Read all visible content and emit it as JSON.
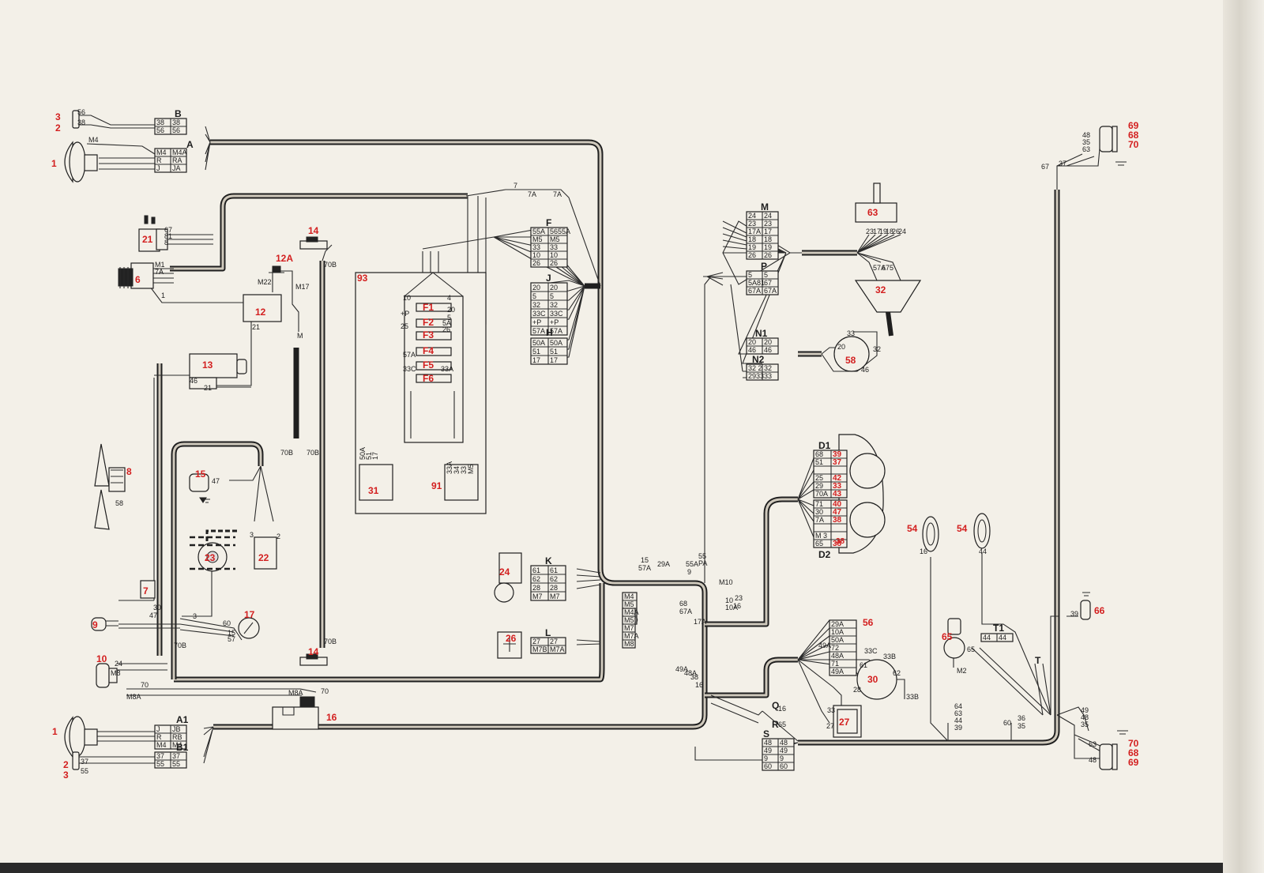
{
  "callouts": {
    "c1a": "1",
    "c2a": "2",
    "c3a": "3",
    "c6": "6",
    "c7": "7",
    "c8": "8",
    "c9": "9",
    "c10": "10",
    "c12": "12",
    "c12A": "12A",
    "c13": "13",
    "c14a": "14",
    "c14b": "14",
    "c15": "15",
    "c16": "16",
    "c17": "17",
    "c21": "21",
    "c22": "22",
    "c23": "23",
    "c24": "24",
    "c26": "26",
    "c27": "27",
    "c30": "30",
    "c31": "31",
    "c32": "32",
    "c38": "38",
    "c54a": "54",
    "c54b": "54",
    "c56": "56",
    "c58": "58",
    "c63": "63",
    "c65": "65",
    "c66": "66",
    "c69a": "69",
    "c68a": "68",
    "c70a": "70",
    "c70b": "70",
    "c68b": "68",
    "c69b": "69",
    "c91": "91",
    "c93": "93",
    "c1b": "1",
    "c2b": "2",
    "c3b": "3"
  },
  "fuses": [
    "F1",
    "F2",
    "F3",
    "F4",
    "F5",
    "F6"
  ],
  "connector_letters": {
    "B": "B",
    "A": "A",
    "A1": "A1",
    "B1": "B1",
    "F": "F",
    "J": "J",
    "H": "H",
    "K": "K",
    "L": "L",
    "M": "M",
    "P": "P",
    "N1": "N1",
    "N2": "N2",
    "D1": "D1",
    "D2": "D2",
    "R": "R",
    "S": "S",
    "Q": "Q",
    "T1": "T1",
    "T": "T"
  },
  "blocks": {
    "B": [
      [
        "38",
        "38"
      ],
      [
        "56",
        "56"
      ]
    ],
    "A": [
      [
        "M4",
        "M4A"
      ],
      [
        "R",
        "RA"
      ],
      [
        "J",
        "JA"
      ]
    ],
    "A1": [
      [
        "J",
        "JB"
      ],
      [
        "R",
        "RB"
      ],
      [
        "M4",
        "M4"
      ]
    ],
    "B1": [
      [
        "37",
        "37"
      ],
      [
        "55",
        "55"
      ]
    ],
    "F": [
      [
        "55A",
        "5655A"
      ],
      [
        "M5",
        "M5"
      ],
      [
        "33",
        "33"
      ],
      [
        "10",
        "10"
      ],
      [
        "26",
        "26"
      ]
    ],
    "J": [
      [
        "20",
        "20"
      ],
      [
        "5",
        "5"
      ],
      [
        "32",
        "32"
      ],
      [
        "33C",
        "33C"
      ],
      [
        "+P",
        "+P"
      ],
      [
        "57A",
        "57A"
      ]
    ],
    "H": [
      [
        "50A",
        "50A"
      ],
      [
        "51",
        "51"
      ],
      [
        "17",
        "17"
      ]
    ],
    "K": [
      [
        "61",
        "61"
      ],
      [
        "62",
        "62"
      ],
      [
        "28",
        "28"
      ],
      [
        "M7",
        "M7"
      ]
    ],
    "L": [
      [
        "27",
        "27"
      ],
      [
        "M7B",
        "M7A"
      ]
    ],
    "M": [
      [
        "24",
        "24"
      ],
      [
        "23",
        "23"
      ],
      [
        "17A",
        "17"
      ],
      [
        "18",
        "18"
      ],
      [
        "19",
        "19"
      ],
      [
        "26",
        "26"
      ]
    ],
    "P": [
      [
        "5",
        "5"
      ],
      [
        "5A81",
        "67"
      ],
      [
        "67A",
        "67A"
      ]
    ],
    "N1": [
      [
        "20",
        "20"
      ],
      [
        "46",
        "46"
      ]
    ],
    "N2": [
      [
        "32 2",
        "32"
      ],
      [
        "2933",
        "33"
      ]
    ],
    "D1": [
      [
        "68",
        "39"
      ],
      [
        "51",
        "37"
      ],
      [
        "",
        ""
      ],
      [
        "25",
        "42"
      ],
      [
        "29",
        "33"
      ],
      [
        "70A",
        "43"
      ]
    ],
    "D2": [
      [
        "71",
        "40"
      ],
      [
        "30",
        "47"
      ],
      [
        "7A",
        "38"
      ],
      [
        "",
        ""
      ],
      [
        "M 3",
        ""
      ],
      [
        "65",
        "38"
      ]
    ],
    "S": [
      [
        "48",
        "48"
      ],
      [
        "49",
        "49"
      ],
      [
        "9",
        "9"
      ],
      [
        "60",
        "60"
      ]
    ],
    "T1": [
      [
        "44",
        "44"
      ]
    ],
    "c56": [
      "29A",
      "10A",
      "50A",
      "72",
      "48A",
      "71",
      "49A"
    ],
    "c91": [
      "33A",
      "34",
      "33",
      "M5"
    ],
    "c31": [
      "50A",
      "51",
      "17"
    ],
    "cent1": [
      "M4",
      "M5",
      "M7",
      "M10"
    ],
    "cent2": [
      "M4A",
      "M5",
      "M7",
      "M7A",
      "M8"
    ]
  },
  "wire_labels": {
    "w56": "56",
    "w38": "38",
    "wM4": "M4",
    "w67": "67",
    "w81": "81",
    "w8": "8",
    "wM1": "M1",
    "w7A": "7A",
    "w1": "1",
    "wM22": "M22",
    "wM17": "M17",
    "wM": "M",
    "w21": "21",
    "w70B": "70B",
    "w70Bb": "70B",
    "w70Bc": "70B",
    "w70Bd": "70B",
    "w46": "46",
    "w21b": "21",
    "w47": "47",
    "w58": "58",
    "w3": "3",
    "w2": "2",
    "w3b": "3",
    "w60": "60",
    "w15": "15",
    "w57": "57",
    "w30": "30",
    "w47b": "47",
    "w24": "24",
    "wM8": "M8",
    "w70": "70",
    "wM8A": "M8A",
    "wM8Ab": "M8A",
    "w70b": "70",
    "w37": "37",
    "w55": "55",
    "w7": "7",
    "w7Ab": "7A",
    "w7Ac": "7A",
    "w15b": "15",
    "w57A": "57A",
    "w29A": "29A",
    "w55A": "55A",
    "w9": "9",
    "w55b": "55",
    "wPA": "PA",
    "wM10": "M10",
    "w68": "68",
    "w67A": "67A",
    "w17A": "17A",
    "w10A": "10A",
    "w16": "16",
    "w10": "10",
    "w23": "23",
    "w16b": "16",
    "w44": "44",
    "wM2": "M2",
    "w65": "65",
    "w33C": "33C",
    "w33B": "33B",
    "w61": "61",
    "w62": "62",
    "w28": "28",
    "w33Bb": "33B",
    "w33": "33",
    "w27": "27",
    "w16c": "16",
    "w65b": "65",
    "w64": "64",
    "w63": "63",
    "w44b": "44",
    "w39": "39",
    "w36": "36",
    "w35": "35",
    "w60b": "60",
    "w39b": "39",
    "w49": "49",
    "w48": "48",
    "w35b": "35",
    "w63b": "63",
    "w48b": "48",
    "w20": "20",
    "w32": "32",
    "w46b": "46",
    "w33d": "33",
    "w23b": "23",
    "w17": "17",
    "w19": "19",
    "w18": "18",
    "w26": "26",
    "w24b": "24",
    "w57Ab": "57A",
    "w67b": "67",
    "w5": "5",
    "w37b": "37",
    "w49A": "49A",
    "w49Ab": "49A",
    "w48A": "48A",
    "w38b": "38",
    "w16d": "16",
    "w70Be": "70B",
    "w10b": "10",
    "w4": "4",
    "wP": "+P",
    "w20b": "20",
    "w5b": "5",
    "w5Ab": "5A",
    "w26b": "26",
    "w33A": "33A",
    "w33Cb": "33C",
    "w57A2": "57A",
    "w25": "25",
    "w67c": "67",
    "w48c": "48",
    "w35c": "35",
    "w63c": "63"
  }
}
